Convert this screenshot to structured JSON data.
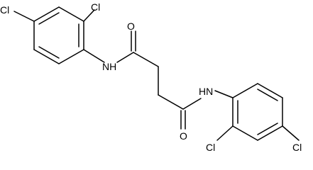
{
  "molecule": {
    "atoms": {
      "cl_top_left": "Cl",
      "cl_top_right": "Cl",
      "nh_left": "NH",
      "o_top": "O",
      "nh_right": "HN",
      "o_bottom": "O",
      "cl_bottom_left": "Cl",
      "cl_bottom_right": "Cl"
    },
    "colors": {
      "ink": "#000000",
      "background": "#ffffff"
    }
  }
}
